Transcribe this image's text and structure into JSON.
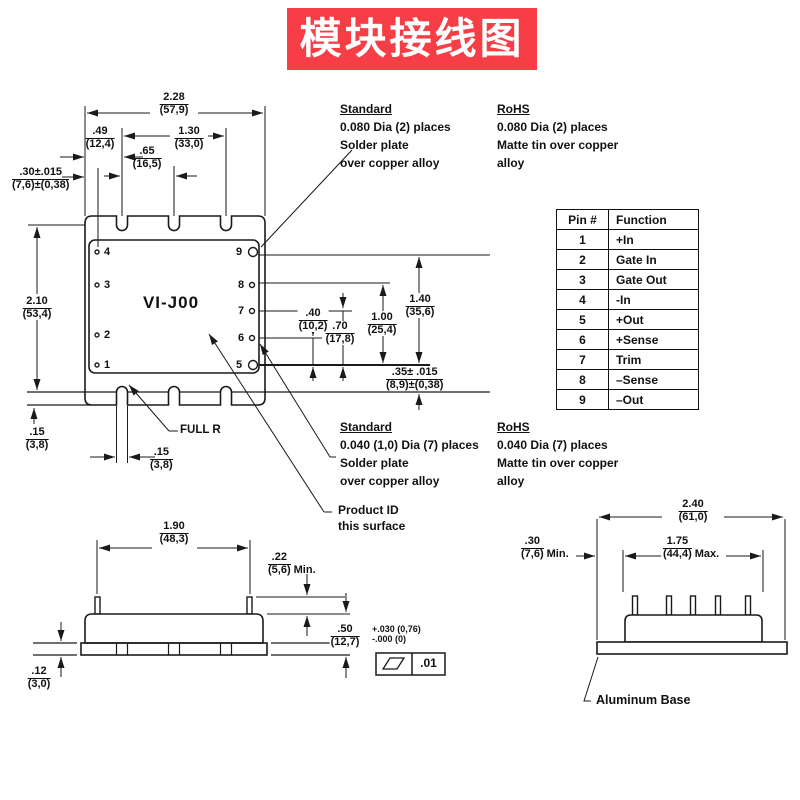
{
  "banner": {
    "title": "模块接线图"
  },
  "colors": {
    "banner_bg": "#f73e46",
    "banner_fg": "#ffffff",
    "ink": "#1a1a1a",
    "paper": "#ffffff"
  },
  "top_view": {
    "module_label": "VI-J00",
    "full_r": "FULL R",
    "pins_left": [
      "4",
      "3",
      "2",
      "1"
    ],
    "pins_right": [
      "9",
      "8",
      "7",
      "6",
      "5"
    ],
    "dims": {
      "width": {
        "in": "2.28",
        "mm": "(57,9)"
      },
      "slot_offset": {
        "in": ".49",
        "mm": "(12,4)"
      },
      "slot_span": {
        "in": "1.30",
        "mm": "(33,0)"
      },
      "slot_pitch": {
        "in": ".65",
        "mm": "(16,5)"
      },
      "pin_inset": {
        "in": ".30±.015",
        "mm": "(7,6)±(0,38)"
      },
      "height": {
        "in": "2.10",
        "mm": "(53,4)"
      },
      "flange_step": {
        "in": ".15",
        "mm": "(3,8)"
      },
      "slot_width": {
        "in": ".15",
        "mm": "(3,8)"
      },
      "pin9_to_pin5": {
        "in": "1.40",
        "mm": "(35,6)"
      },
      "pin8_to_pin5": {
        "in": "1.00",
        "mm": "(25,4)"
      },
      "pin7_to_pin5": {
        "in": ".70",
        "mm": "(17,8)"
      },
      "pin6_to_pin5": {
        "in": ".40",
        "mm": "(10,2)"
      },
      "pin5_to_edge": {
        "in": ".35± .015",
        "mm": "(8,9)±(0,38)"
      }
    }
  },
  "notes": {
    "top_standard": {
      "heading": "Standard",
      "lines": [
        "0.080 Dia (2) places",
        "Solder plate",
        "over copper alloy"
      ]
    },
    "top_rohs": {
      "heading": "RoHS",
      "lines": [
        "0.080 Dia (2) places",
        "Matte tin over copper",
        "alloy"
      ]
    },
    "bottom_standard": {
      "heading": "Standard",
      "lines": [
        "0.040 (1,0) Dia (7) places",
        "Solder plate",
        "over copper alloy"
      ]
    },
    "bottom_rohs": {
      "heading": "RoHS",
      "lines": [
        "0.040 Dia (7) places",
        "Matte tin over copper",
        "alloy"
      ]
    },
    "product_id": {
      "lines": [
        "Product ID",
        "this surface"
      ]
    }
  },
  "pin_table": {
    "headers": [
      "Pin #",
      "Function"
    ],
    "rows": [
      {
        "pin": "1",
        "function": "+In"
      },
      {
        "pin": "2",
        "function": "Gate In"
      },
      {
        "pin": "3",
        "function": "Gate Out"
      },
      {
        "pin": "4",
        "function": "-In"
      },
      {
        "pin": "5",
        "function": "+Out"
      },
      {
        "pin": "6",
        "function": "+Sense"
      },
      {
        "pin": "7",
        "function": "Trim"
      },
      {
        "pin": "8",
        "function": "–Sense"
      },
      {
        "pin": "9",
        "function": "–Out"
      }
    ]
  },
  "side_view": {
    "dims": {
      "pin_span": {
        "in": "1.90",
        "mm": "(48,3)"
      },
      "pin_length": {
        "in": ".22",
        "mm": "(5,6)",
        "suffix": "Min."
      },
      "body_height": {
        "in": ".50",
        "mm": "(12,7)"
      },
      "tolerance": {
        "plus": "+.030 (0,76)",
        "minus": "-.000 (0)"
      },
      "base_thickness": {
        "in": ".12",
        "mm": "(3,0)"
      },
      "flatness": ".01"
    }
  },
  "end_view": {
    "label": "Aluminum Base",
    "dims": {
      "width": {
        "in": "2.40",
        "mm": "(61,0)"
      },
      "edge_margin": {
        "in": ".30",
        "mm": "(7,6)",
        "suffix": "Min."
      },
      "pin_span": {
        "in": "1.75",
        "mm": "(44,4)",
        "suffix": "Max."
      }
    }
  }
}
